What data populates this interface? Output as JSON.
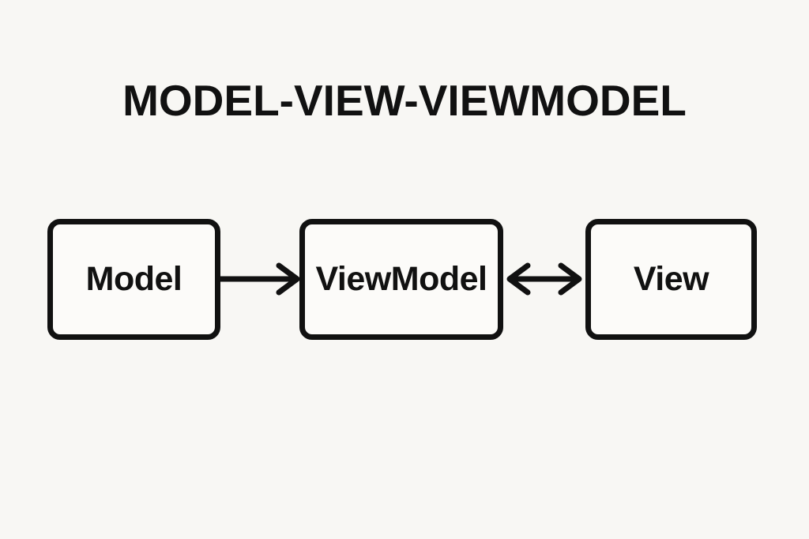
{
  "title": "MODEL-VIEW-VIEWMODEL",
  "diagram": {
    "nodes": [
      {
        "id": "model",
        "label": "Model"
      },
      {
        "id": "viewmodel",
        "label": "ViewModel"
      },
      {
        "id": "view",
        "label": "View"
      }
    ],
    "edges": [
      {
        "from": "Model",
        "to": "ViewModel",
        "direction": "one-way",
        "arrowheads": "right"
      },
      {
        "from": "ViewModel",
        "to": "View",
        "direction": "two-way",
        "arrowheads": "both"
      }
    ]
  },
  "colors": {
    "background": "#f8f7f4",
    "node_fill": "#fcfbf9",
    "line": "#111111",
    "text": "#111111"
  }
}
